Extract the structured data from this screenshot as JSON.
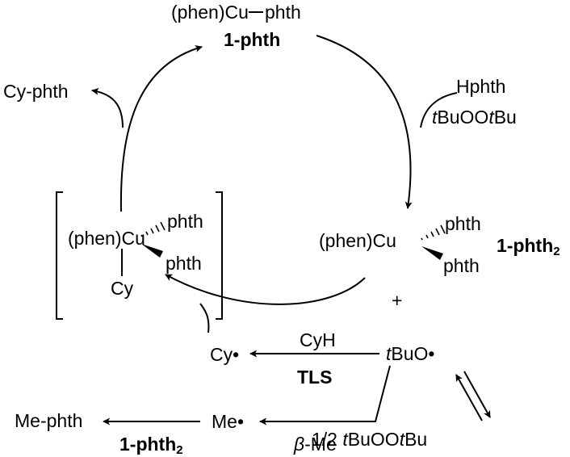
{
  "top_complex": {
    "left": "(phen)Cu",
    "ligand": "phth",
    "label": "1-phth"
  },
  "cy_phth": "Cy-phth",
  "reagents": {
    "hphth": "Hphth",
    "peroxide_t1": "t",
    "peroxide_mid": "BuOO",
    "peroxide_t2": "t",
    "peroxide_end": "Bu"
  },
  "right_complex": {
    "left": "(phen)Cu",
    "lig1": "phth",
    "lig2": "phth",
    "label_main": "1-phth",
    "label_sub": "2"
  },
  "left_complex": {
    "left": "(phen)Cu",
    "lig1": "phth",
    "lig2": "phth",
    "alkyl": "Cy"
  },
  "plus": "+",
  "radicals": {
    "cy": "Cy",
    "dot": "•",
    "tbuo_t": "t",
    "tbuo_rest": "BuO",
    "me": "Me"
  },
  "cyh": "CyH",
  "tls": "TLS",
  "half_peroxide": {
    "prefix": "1/2 ",
    "t1": "t",
    "mid": "BuOO",
    "t2": "t",
    "end": "Bu"
  },
  "me_phth": "Me-phth",
  "bottom_label": {
    "main": "1-phth",
    "sub": "2"
  },
  "beta_me": {
    "beta": "β",
    "rest": "-Me"
  }
}
